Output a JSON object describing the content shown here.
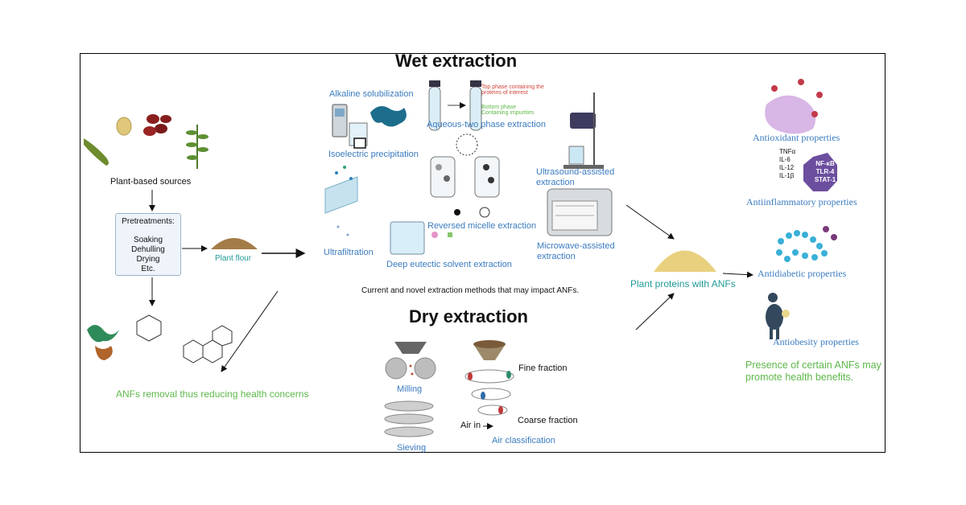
{
  "headings": {
    "wet": "Wet extraction",
    "dry": "Dry extraction"
  },
  "left": {
    "sources": "Plant-based sources",
    "pretreatments_title": "Pretreatments:",
    "pretreatments_items": [
      "Soaking",
      "Dehulling",
      "Drying",
      "Etc."
    ],
    "flour": "Plant flour",
    "removal": "ANFs removal thus reducing health concerns"
  },
  "wet_methods": {
    "alkaline": "Alkaline solubilization",
    "isoelectric": "Isoelectric precipitation",
    "aqueous": "Aqueous-two phase extraction",
    "top_phase": "Top phase containing the proteins of interest",
    "bottom_phase": "Bottom phase Containing impurities",
    "ultrafiltration": "Ultrafiltration",
    "reversed_micelle": "Reversed micelle extraction",
    "deep_eutectic": "Deep eutectic solvent extraction",
    "ultrasound": "Ultrasound-assisted extraction",
    "microwave": "Microwave-assisted extraction",
    "caption": "Current and novel extraction methods that may impact ANFs."
  },
  "dry_methods": {
    "milling": "Milling",
    "sieving": "Sieving",
    "fine": "Fine fraction",
    "coarse": "Coarse fraction",
    "air_in": "Air in",
    "air_class": "Air classification"
  },
  "right": {
    "proteins": "Plant proteins with ANFs",
    "antioxidant": "Antioxidant properties",
    "antiinflammatory": "Antiinflammatory properties",
    "antidiabetic": "Antidiabetic properties",
    "antiobesity": "Antiobesity properties",
    "markers": [
      "TNFα",
      "IL-6",
      "IL-12",
      "IL-1β"
    ],
    "pathways": [
      "NF-κB",
      "TLR-4",
      "STAT-1"
    ],
    "benefits_line1": "Presence of certain ANFs may",
    "benefits_line2": "promote health benefits."
  },
  "colors": {
    "title_text": "#111111",
    "method_blue": "#3a7bbf",
    "teal": "#1f9a96",
    "green": "#5db84a",
    "red_note": "#d0453b",
    "purple": "#6c4e9e",
    "frame": "#000000"
  },
  "icons": [
    "bean-icon",
    "seed-icon",
    "kidney-bean-icon",
    "leaf-icon",
    "flour-pile-icon",
    "protein-structure-icon",
    "molecule-icon",
    "ph-meter-icon",
    "beaker-icon",
    "test-tube-icon",
    "micelle-icon",
    "sonicator-icon",
    "microwave-icon",
    "mill-icon",
    "sieve-icon",
    "cyclone-icon",
    "cell-icon",
    "receptor-icon",
    "bead-chain-icon",
    "person-icon"
  ]
}
